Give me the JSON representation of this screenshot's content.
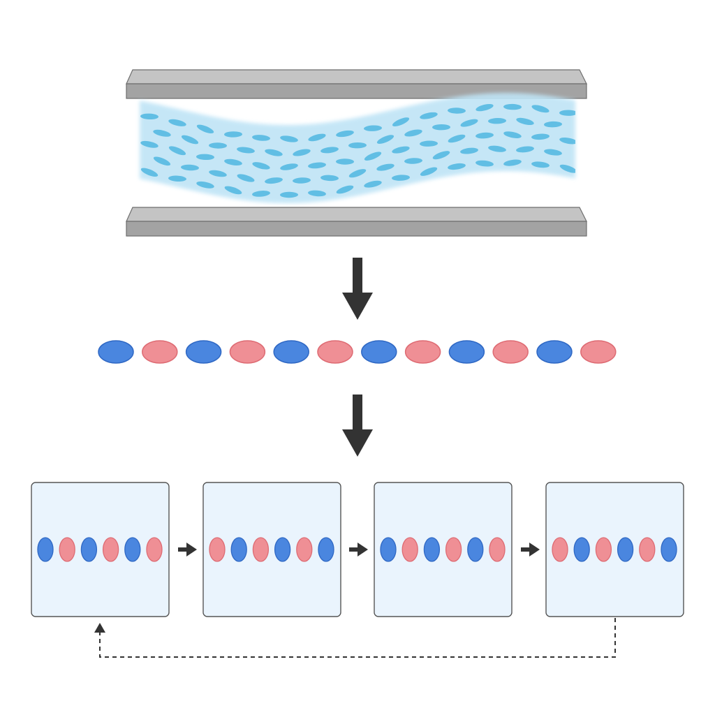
{
  "colors": {
    "plate_top_face": "#c4c4c4",
    "plate_front": "#a3a3a3",
    "plate_edge": "#6e6e6e",
    "fluid_band": "#bfe4f6",
    "fluid_particle": "#3fb0de",
    "particle_blue": "#4a86df",
    "particle_blue_stroke": "#2f68c4",
    "particle_red": "#ef8f95",
    "particle_red_stroke": "#de6b73",
    "panel_fill": "#eaf4fd",
    "panel_stroke": "#555555",
    "arrow": "#333333"
  },
  "sequence": {
    "pattern": [
      "blue",
      "red",
      "blue",
      "red",
      "blue",
      "red",
      "blue",
      "red",
      "blue",
      "red",
      "blue",
      "red"
    ]
  },
  "panels": [
    {
      "pattern": [
        "blue",
        "red",
        "blue",
        "red",
        "blue",
        "red"
      ]
    },
    {
      "pattern": [
        "red",
        "blue",
        "red",
        "blue",
        "red",
        "blue"
      ]
    },
    {
      "pattern": [
        "blue",
        "red",
        "blue",
        "red",
        "blue",
        "red"
      ]
    },
    {
      "pattern": [
        "red",
        "blue",
        "red",
        "blue",
        "red",
        "blue"
      ]
    }
  ],
  "feedback_loop": {
    "from_panel": 4,
    "to_panel": 1,
    "style": "dashed"
  }
}
